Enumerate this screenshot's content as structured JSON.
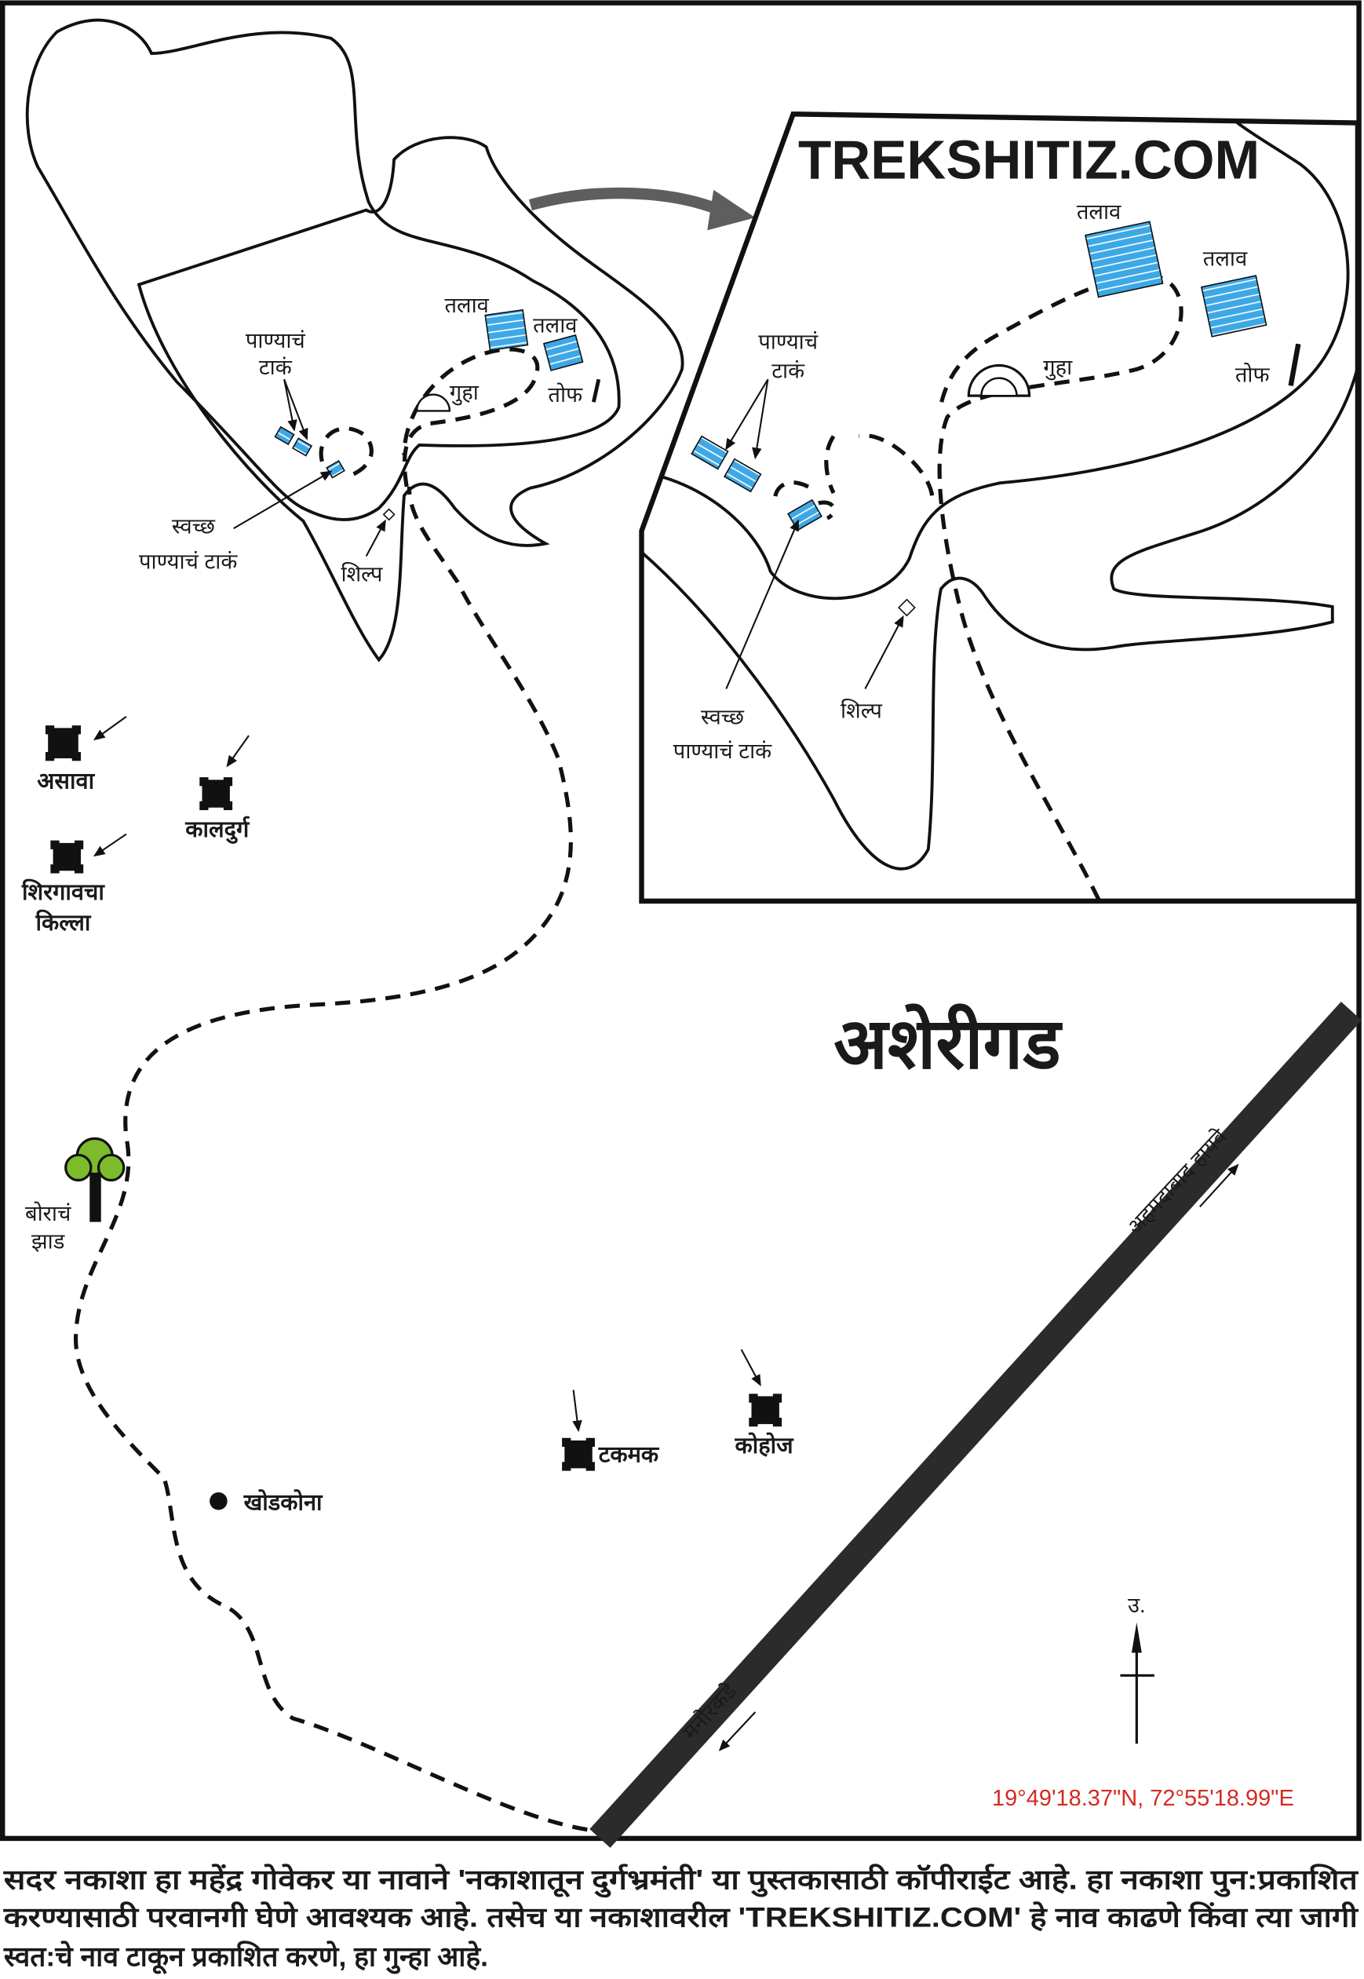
{
  "map": {
    "watermark": "TREKSHITIZ.COM",
    "title": "अशेरीगड",
    "colors": {
      "plateau": "#f4c293",
      "slope": "#efd7a3",
      "water": "#3ea8e6",
      "road": "#2b2b2b",
      "arrow": "#5e5e5e",
      "coords": "#d42a22",
      "tree": "#7cbb2a"
    },
    "main_labels": {
      "water_tanks": "पाण्याचं\nटाकं",
      "water_tanks_line1": "पाण्याचं",
      "water_tanks_line2": "टाकं",
      "lake1": "तलाव",
      "lake2": "तलाव",
      "cave": "गुहा",
      "cannon": "तोफ",
      "clean_tank_line1": "स्वच्छ",
      "clean_tank_line2": "पाण्याचं टाकं",
      "sculpture": "शिल्प"
    },
    "inset_labels": {
      "lake1": "तलाव",
      "lake2": "तलाव",
      "water_tanks_line1": "पाण्याचं",
      "water_tanks_line2": "टाकं",
      "cave": "गुहा",
      "cannon": "तोफ",
      "clean_tank_line1": "स्वच्छ",
      "clean_tank_line2": "पाण्याचं टाकं",
      "sculpture": "शिल्प"
    },
    "places": {
      "asava": "असावा",
      "kaldurg": "कालदुर्ग",
      "shirgaon_line1": "शिरगावचा",
      "shirgaon_line2": "किल्ला",
      "tree_line1": "बोराचं",
      "tree_line2": "झाड",
      "khodkona": "खोडकोना",
      "takmak": "टकमक",
      "kohoj": "कोहोज"
    },
    "roads": {
      "highway": "अहमदाबाद हायवे",
      "manor": "मनोरकडे"
    },
    "north_label": "उ.",
    "coordinates": "19°49'18.37\"N, 72°55'18.99\"E",
    "icons": [
      "fort-icon",
      "tree-icon",
      "village-dot-icon",
      "water-tank-icon",
      "cave-icon",
      "cannon-icon",
      "sculpture-icon",
      "north-arrow-icon",
      "direction-arrow-icon"
    ]
  },
  "footer": {
    "line1": "सदर नकाशा हा महेंद्र गोवेकर या नावाने 'नकाशातून दुर्गभ्रमंती' या पुस्तकासाठी कॉपीराईट आहे. हा नकाशा पुन:प्रकाशित",
    "line2": "करण्यासाठी परवानगी घेणे आवश्यक आहे. तसेच या नकाशावरील 'TREKSHITIZ.COM' हे नाव काढणे किंवा त्या जागी",
    "line3": "स्वत:चे नाव टाकून प्रकाशित करणे, हा गुन्हा आहे."
  }
}
